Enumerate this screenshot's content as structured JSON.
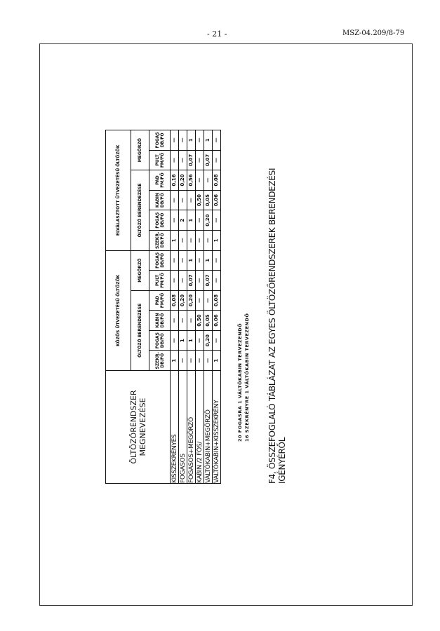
{
  "header": {
    "page_number": "- 21 -",
    "doc_id": "MSZ-04.209/8-79"
  },
  "table": {
    "name_header": "ÖLTÖZŐRENDSZER MEGNEVEZÉSE",
    "groups": [
      {
        "title": "KÖZÖS ÜTVEZETÉSŰ ÖLTÖZÖK",
        "sub1": "ÖLTÖZŐ BERENDEZÉSE",
        "sub2": "MEGŐRZŐ"
      },
      {
        "title": "ELVÁLASZTOTT ÜTVEZETÉSŰ ÖLTÖZÖK",
        "sub1": "ÖLTÖZŐ BERENDEZÉSE",
        "sub2": "MEGŐRZŐ"
      }
    ],
    "columns": [
      "SZEKR. DB/FŐ",
      "FOGAS DB/FŐ",
      "KABIN DB/FŐ",
      "PAD FM/FŐ",
      "PULT FM/FŐ",
      "FOGAS DB/FŐ"
    ],
    "rows": [
      {
        "name": "KISSZEKRÉNYES",
        "v": [
          "1",
          "—",
          "—",
          "0,08",
          "—",
          "—",
          "1",
          "—",
          "—",
          "0,16",
          "—",
          "—"
        ]
      },
      {
        "name": "FOGASOS",
        "v": [
          "—",
          "1",
          "—",
          "0,20",
          "—",
          "—",
          "—",
          "2",
          "—",
          "0,20",
          "—",
          "—"
        ]
      },
      {
        "name": "FOGASOS+MEGŐRZŐ",
        "v": [
          "—",
          "1",
          "—",
          "0,20",
          "0,07",
          "1",
          "—",
          "1",
          "—",
          "0,56",
          "0,07",
          "1"
        ]
      },
      {
        "name": "KABIN /2 FŐS/",
        "v": [
          "—",
          "—",
          "0,50",
          "—",
          "—",
          "—",
          "—",
          "—",
          "0,50",
          "—",
          "—",
          "—"
        ]
      },
      {
        "name": "VÁLTÓKABIN+MEGŐRZŐ",
        "v": [
          "—",
          "0,20",
          "0,05",
          "—",
          "0,07",
          "1",
          "—",
          "0,20",
          "0,05",
          "—",
          "0,07",
          "1"
        ]
      },
      {
        "name": "VÁLTÓKABIN+KISSZEKRÉNY",
        "v": [
          "1",
          "—",
          "0,06",
          "0,08",
          "—",
          "—",
          "1",
          "—",
          "0,06",
          "0,08",
          "—",
          "—"
        ]
      }
    ]
  },
  "notes": [
    "20 FOGASRA 1 VÁLTÓKABIN TERVEZENDŐ",
    "16 SZEKRÉNYRE 1 VÁLTÓKABIN TERVEZENDŐ"
  ],
  "caption": "F4, ÖSSZEFOGLALÓ TÁBLÁZAT AZ EGYES ÖLTÖZŐRENDSZEREK BERENDEZÉSI IGÉNYÉRŐL"
}
